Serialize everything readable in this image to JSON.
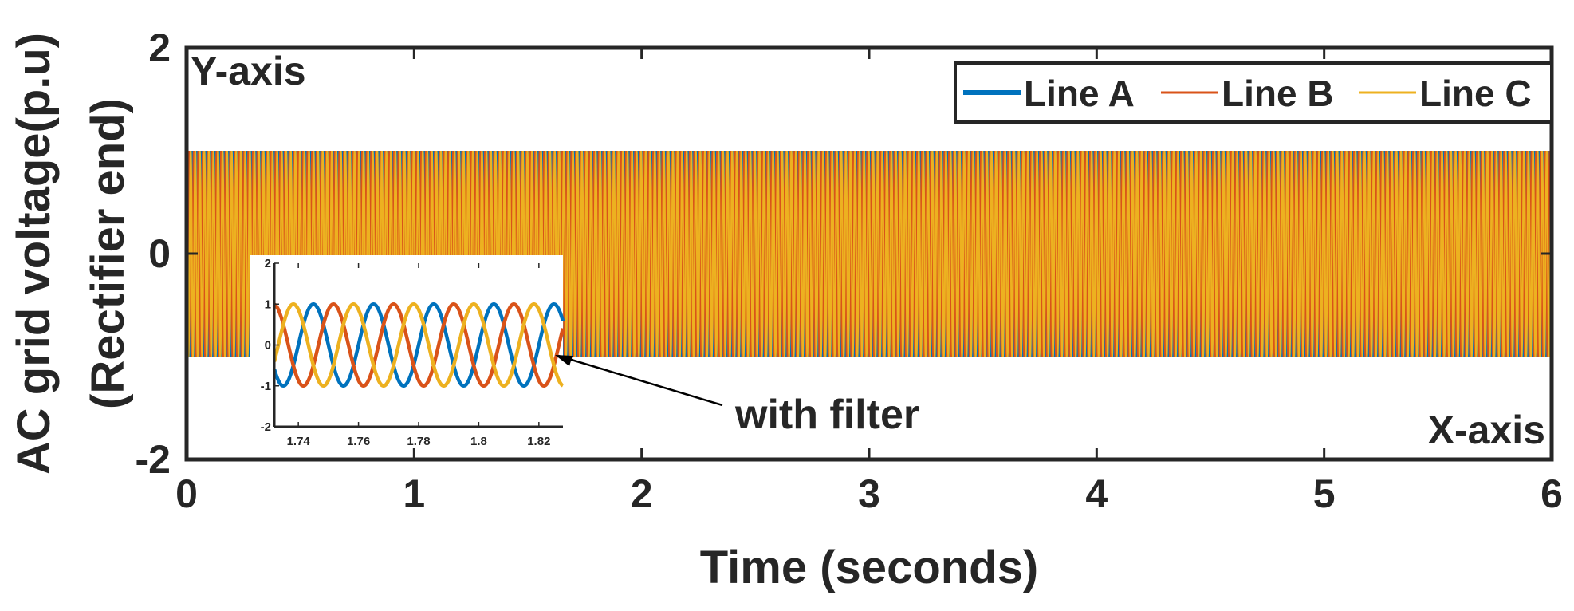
{
  "chart_data": [
    {
      "type": "line",
      "title": "",
      "xlabel": "Time (seconds)",
      "ylabel": "AC grid voltage(p.u)",
      "ylabel_line2": "(Rectifier end)",
      "xlim": [
        0,
        6
      ],
      "ylim": [
        -2,
        2
      ],
      "xticks": [
        "0",
        "1",
        "2",
        "3",
        "4",
        "5",
        "6"
      ],
      "yticks": [
        "-2",
        "0",
        "2"
      ],
      "grid": false,
      "legend_position": "top-right",
      "corner_labels": {
        "y_axis": "Y-axis",
        "x_axis": "X-axis"
      },
      "annotation": "with filter",
      "waveform": {
        "frequency_hz": 50,
        "amplitude": 1,
        "phase_shift_deg": 120
      },
      "series": [
        {
          "name": "Line A",
          "color": "#0072BD",
          "amplitude": 1,
          "phase_deg": 0
        },
        {
          "name": "Line B",
          "color": "#D95319",
          "amplitude": 1,
          "phase_deg": -120
        },
        {
          "name": "Line C",
          "color": "#EDB120",
          "amplitude": 1,
          "phase_deg": 120
        }
      ]
    },
    {
      "type": "line",
      "title": "",
      "xlim": [
        1.732,
        1.828
      ],
      "ylim": [
        -2,
        2
      ],
      "xticks": [
        "1.74",
        "1.76",
        "1.78",
        "1.8",
        "1.82"
      ],
      "yticks": [
        "-2",
        "-1",
        "0",
        "1",
        "2"
      ],
      "waveform": {
        "frequency_hz": 50,
        "amplitude": 1
      },
      "series": [
        {
          "color": "#0072BD",
          "phase_deg": 0
        },
        {
          "color": "#D95319",
          "phase_deg": -120
        },
        {
          "color": "#EDB120",
          "phase_deg": 120
        }
      ]
    }
  ]
}
